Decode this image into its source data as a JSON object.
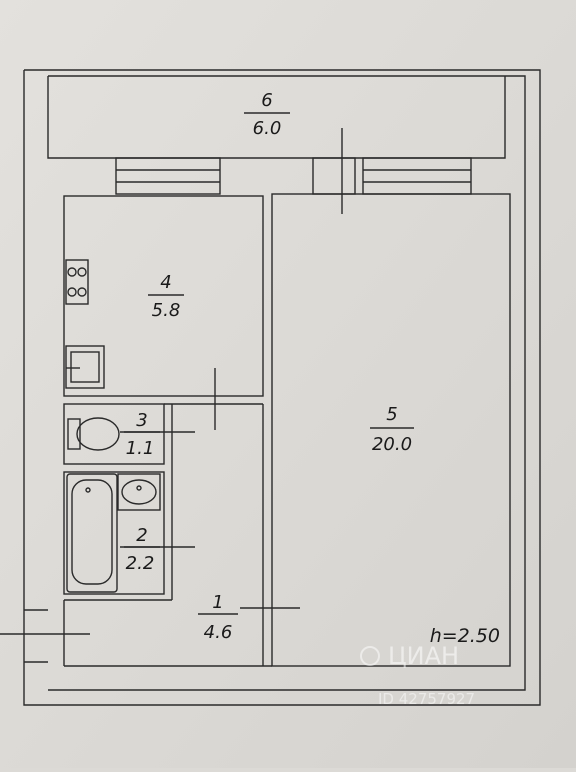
{
  "rooms": [
    {
      "id": "1",
      "number": "1",
      "area": "4.6"
    },
    {
      "id": "2",
      "number": "2",
      "area": "2.2"
    },
    {
      "id": "3",
      "number": "3",
      "area": "1.1"
    },
    {
      "id": "4",
      "number": "4",
      "area": "5.8"
    },
    {
      "id": "5",
      "number": "5",
      "area": "20.0"
    },
    {
      "id": "6",
      "number": "6",
      "area": "6.0"
    }
  ],
  "ceiling_height": "h=2.50",
  "watermark": {
    "brand": "ЦИАН",
    "id": "ID 42757927"
  },
  "colors": {
    "paper": "#dcdad6",
    "line": "#2a2a2a"
  }
}
